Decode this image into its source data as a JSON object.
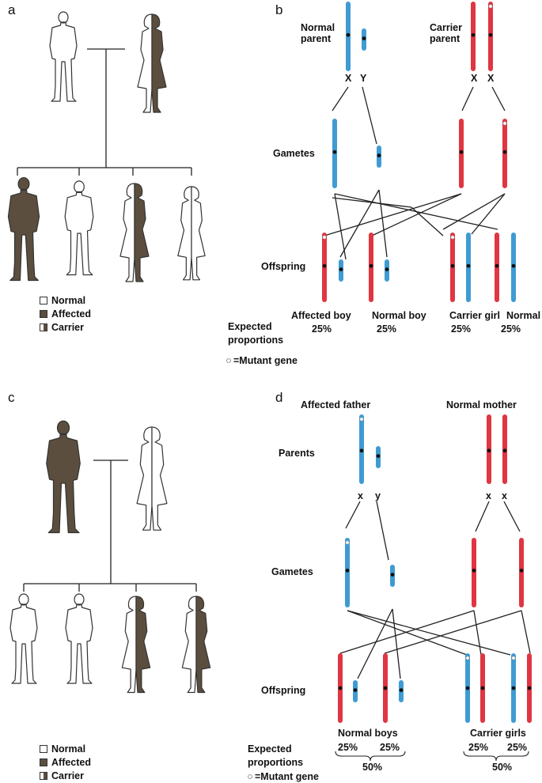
{
  "colors": {
    "paternal": "#3f9bd2",
    "maternal": "#e03542",
    "affected": "#5b4e3e",
    "outline": "#333333",
    "centromere": "#111111"
  },
  "panels": {
    "a": "a",
    "b": "b",
    "c": "c",
    "d": "d"
  },
  "legend": {
    "normal": "Normal",
    "affected": "Affected",
    "carrier": "Carrier"
  },
  "panel_b": {
    "normal_parent": "Normal\nparent",
    "carrier_parent": "Carrier\nparent",
    "x_label": "X",
    "y_label": "Y",
    "gametes": "Gametes",
    "offspring": "Offspring",
    "affected_boy": "Affected boy",
    "normal_boy": "Normal boy",
    "carrier_girl": "Carrier girl",
    "normal_girl": "Normal girl",
    "pct": "25%",
    "expected": "Expected\nproportions",
    "mutant": "=Mutant gene"
  },
  "panel_d": {
    "affected_father": "Affected father",
    "normal_mother": "Normal mother",
    "parents": "Parents",
    "x_label": "x",
    "y_label": "y",
    "gametes": "Gametes",
    "offspring": "Offspring",
    "normal_boys": "Normal boys",
    "carrier_girls": "Carrier girls",
    "pct": "25%",
    "total": "50%",
    "expected": "Expected\nproportions",
    "mutant": "=Mutant gene"
  }
}
